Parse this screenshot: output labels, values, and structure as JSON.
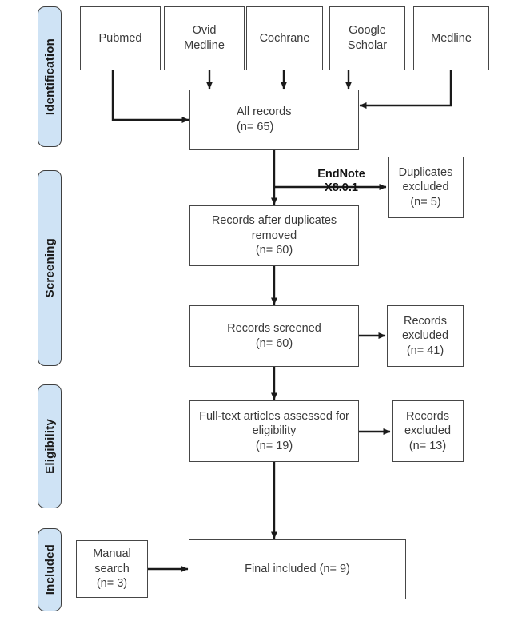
{
  "diagram": {
    "title": "PRISMA study selection flow diagram",
    "colors": {
      "stage_pill_fill": "#cfe3f5",
      "stage_pill_border": "#3f3f3f",
      "box_border": "#464646",
      "box_fill": "#ffffff",
      "text": "#3a3a3a",
      "connector": "#1a1a1a"
    },
    "stages": [
      {
        "label": "Identification"
      },
      {
        "label": "Screening"
      },
      {
        "label": "Eligibility"
      },
      {
        "label": "Included"
      }
    ],
    "sources": [
      {
        "label": "Pubmed"
      },
      {
        "label": "Ovid\nMedline"
      },
      {
        "label": "Cochrane"
      },
      {
        "label": "Google\nScholar"
      },
      {
        "label": "Medline"
      }
    ],
    "nodes": {
      "all_records": "All records\n(n= 65)",
      "duplicates_excluded": "Duplicates\nexcluded\n(n= 5)",
      "records_after_duplicates": "Records after duplicates\nremoved\n(n= 60)",
      "records_screened": "Records screened\n(n= 60)",
      "records_excluded_screening": "Records\nexcluded\n(n= 41)",
      "fulltext_assessed": "Full-text articles assessed for\neligibility\n(n= 19)",
      "records_excluded_eligibility": "Records\nexcluded\n(n= 13)",
      "manual_search": "Manual\nsearch\n(n= 3)",
      "final_included": "Final included (n= 9)"
    },
    "annotations": {
      "endnote": "EndNote\nX8.0.1"
    }
  }
}
